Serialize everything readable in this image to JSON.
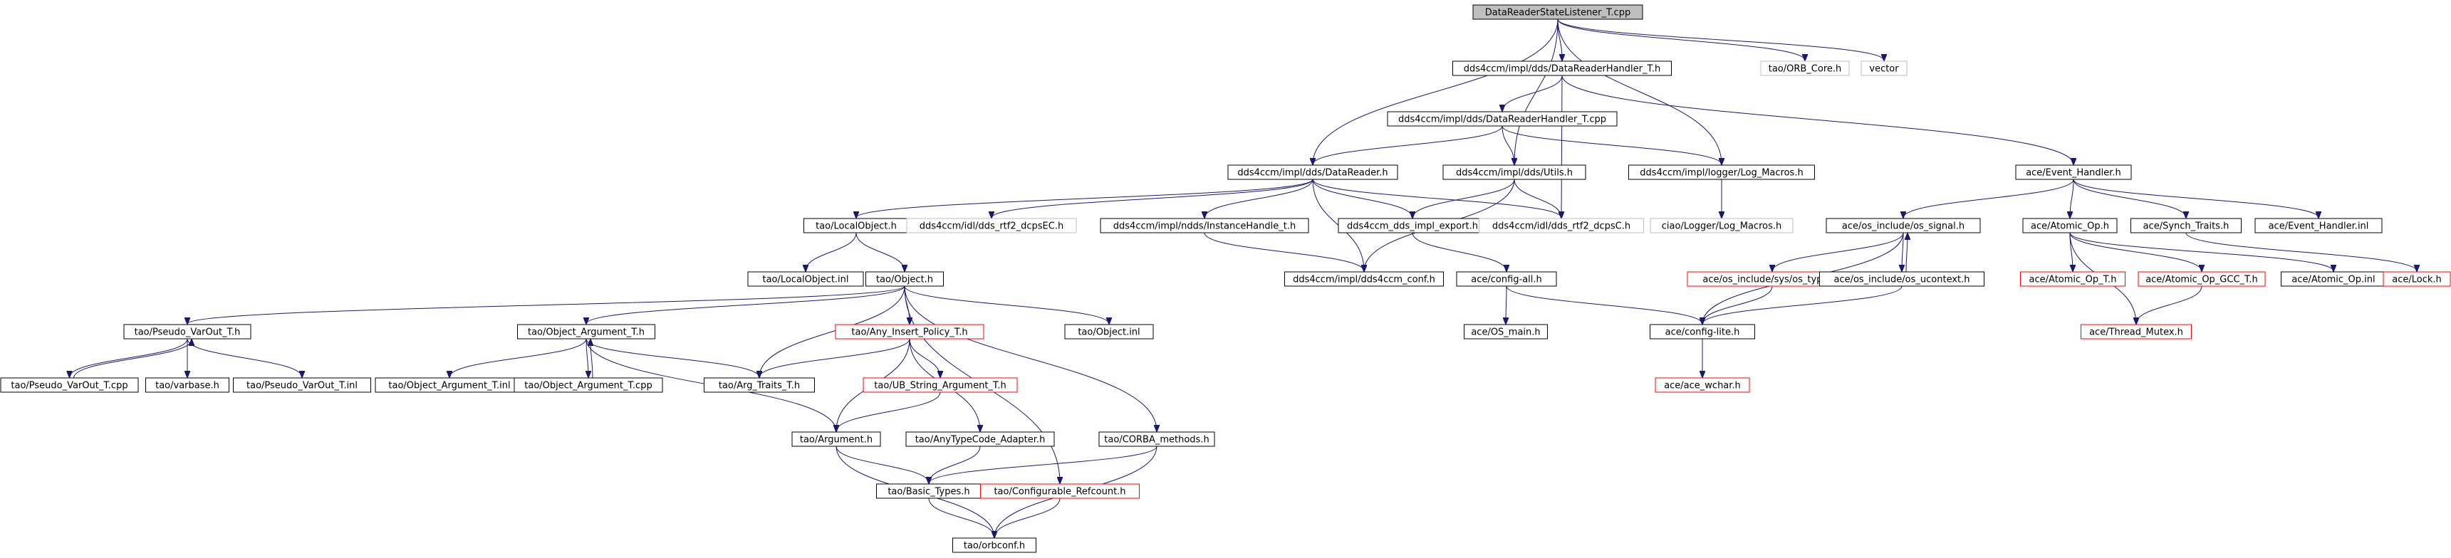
{
  "title": "DataReaderStateListener_T.cpp",
  "colors": {
    "edge": "#191970",
    "root_fill": "#bfbfbf",
    "normal_border": "#000000",
    "missing_border": "#ff0000",
    "external_border": "#bfbfbf"
  },
  "nodes": [
    {
      "id": "root",
      "label": "DataReaderStateListener_T.cpp",
      "kind": "root"
    },
    {
      "id": "drh_h",
      "label": "dds4ccm/impl/dds/DataReaderHandler_T.h",
      "kind": "normal"
    },
    {
      "id": "orb_core",
      "label": "tao/ORB_Core.h",
      "kind": "external"
    },
    {
      "id": "vector",
      "label": "vector",
      "kind": "external"
    },
    {
      "id": "drh_cpp",
      "label": "dds4ccm/impl/dds/DataReaderHandler_T.cpp",
      "kind": "normal"
    },
    {
      "id": "datareader",
      "label": "dds4ccm/impl/dds/DataReader.h",
      "kind": "normal"
    },
    {
      "id": "utils",
      "label": "dds4ccm/impl/dds/Utils.h",
      "kind": "normal"
    },
    {
      "id": "logmacros",
      "label": "dds4ccm/impl/logger/Log_Macros.h",
      "kind": "normal"
    },
    {
      "id": "evh",
      "label": "ace/Event_Handler.h",
      "kind": "normal"
    },
    {
      "id": "localobj",
      "label": "tao/LocalObject.h",
      "kind": "normal"
    },
    {
      "id": "rtf2ec",
      "label": "dds4ccm/idl/dds_rtf2_dcpsEC.h",
      "kind": "external"
    },
    {
      "id": "instance",
      "label": "dds4ccm/impl/ndds/InstanceHandle_t.h",
      "kind": "normal"
    },
    {
      "id": "export",
      "label": "dds4ccm_dds_impl_export.h",
      "kind": "normal"
    },
    {
      "id": "rtf2c",
      "label": "dds4ccm/idl/dds_rtf2_dcpsC.h",
      "kind": "external"
    },
    {
      "id": "ciao_log",
      "label": "ciao/Logger/Log_Macros.h",
      "kind": "external"
    },
    {
      "id": "ossignal",
      "label": "ace/os_include/os_signal.h",
      "kind": "normal"
    },
    {
      "id": "atomic",
      "label": "ace/Atomic_Op.h",
      "kind": "normal"
    },
    {
      "id": "synch",
      "label": "ace/Synch_Traits.h",
      "kind": "normal"
    },
    {
      "id": "evh_inl",
      "label": "ace/Event_Handler.inl",
      "kind": "normal"
    },
    {
      "id": "localobj_inl",
      "label": "tao/LocalObject.inl",
      "kind": "normal"
    },
    {
      "id": "object",
      "label": "tao/Object.h",
      "kind": "normal"
    },
    {
      "id": "conf",
      "label": "dds4ccm/impl/dds4ccm_conf.h",
      "kind": "normal"
    },
    {
      "id": "configall",
      "label": "ace/config-all.h",
      "kind": "normal"
    },
    {
      "id": "ostypes",
      "label": "ace/os_include/sys/os_types.h",
      "kind": "missing"
    },
    {
      "id": "osucontext",
      "label": "ace/os_include/os_ucontext.h",
      "kind": "normal"
    },
    {
      "id": "atomic_t",
      "label": "ace/Atomic_Op_T.h",
      "kind": "missing"
    },
    {
      "id": "atomic_gcc",
      "label": "ace/Atomic_Op_GCC_T.h",
      "kind": "missing"
    },
    {
      "id": "atomic_inl",
      "label": "ace/Atomic_Op.inl",
      "kind": "normal"
    },
    {
      "id": "lock",
      "label": "ace/Lock.h",
      "kind": "missing"
    },
    {
      "id": "pseudo",
      "label": "tao/Pseudo_VarOut_T.h",
      "kind": "normal"
    },
    {
      "id": "objarg",
      "label": "tao/Object_Argument_T.h",
      "kind": "normal"
    },
    {
      "id": "anyins",
      "label": "tao/Any_Insert_Policy_T.h",
      "kind": "missing"
    },
    {
      "id": "object_inl",
      "label": "tao/Object.inl",
      "kind": "normal"
    },
    {
      "id": "osmain",
      "label": "ace/OS_main.h",
      "kind": "normal"
    },
    {
      "id": "configlite",
      "label": "ace/config-lite.h",
      "kind": "normal"
    },
    {
      "id": "threadmutex",
      "label": "ace/Thread_Mutex.h",
      "kind": "missing"
    },
    {
      "id": "pseudo_cpp",
      "label": "tao/Pseudo_VarOut_T.cpp",
      "kind": "normal"
    },
    {
      "id": "varbase",
      "label": "tao/varbase.h",
      "kind": "normal"
    },
    {
      "id": "pseudo_inl",
      "label": "tao/Pseudo_VarOut_T.inl",
      "kind": "normal"
    },
    {
      "id": "objarg_inl",
      "label": "tao/Object_Argument_T.inl",
      "kind": "normal"
    },
    {
      "id": "objarg_cpp",
      "label": "tao/Object_Argument_T.cpp",
      "kind": "normal"
    },
    {
      "id": "argtraits",
      "label": "tao/Arg_Traits_T.h",
      "kind": "normal"
    },
    {
      "id": "ubstring",
      "label": "tao/UB_String_Argument_T.h",
      "kind": "missing"
    },
    {
      "id": "acewchar",
      "label": "ace/ace_wchar.h",
      "kind": "missing"
    },
    {
      "id": "corba",
      "label": "tao/CORBA_methods.h",
      "kind": "normal"
    },
    {
      "id": "argument",
      "label": "tao/Argument.h",
      "kind": "normal"
    },
    {
      "id": "anytc",
      "label": "tao/AnyTypeCode_Adapter.h",
      "kind": "normal"
    },
    {
      "id": "basic",
      "label": "tao/Basic_Types.h",
      "kind": "normal"
    },
    {
      "id": "refcount",
      "label": "tao/Configurable_Refcount.h",
      "kind": "missing"
    },
    {
      "id": "orbconf",
      "label": "tao/orbconf.h",
      "kind": "normal"
    }
  ],
  "edges": [
    [
      "root",
      "drh_h"
    ],
    [
      "root",
      "orb_core"
    ],
    [
      "root",
      "vector"
    ],
    [
      "root",
      "datareader"
    ],
    [
      "root",
      "utils"
    ],
    [
      "root",
      "logmacros"
    ],
    [
      "drh_h",
      "drh_cpp"
    ],
    [
      "drh_h",
      "evh"
    ],
    [
      "drh_h",
      "rtf2c"
    ],
    [
      "drh_cpp",
      "datareader"
    ],
    [
      "drh_cpp",
      "utils"
    ],
    [
      "drh_cpp",
      "logmacros"
    ],
    [
      "datareader",
      "localobj"
    ],
    [
      "datareader",
      "rtf2ec"
    ],
    [
      "datareader",
      "instance"
    ],
    [
      "datareader",
      "export"
    ],
    [
      "datareader",
      "rtf2c"
    ],
    [
      "datareader",
      "conf"
    ],
    [
      "utils",
      "export"
    ],
    [
      "utils",
      "rtf2c"
    ],
    [
      "utils",
      "conf"
    ],
    [
      "logmacros",
      "ciao_log"
    ],
    [
      "evh",
      "ossignal"
    ],
    [
      "evh",
      "atomic"
    ],
    [
      "evh",
      "synch"
    ],
    [
      "evh",
      "evh_inl"
    ],
    [
      "localobj",
      "localobj_inl"
    ],
    [
      "localobj",
      "object"
    ],
    [
      "instance",
      "conf"
    ],
    [
      "export",
      "configall"
    ],
    [
      "ossignal",
      "ostypes"
    ],
    [
      "ossignal",
      "osucontext"
    ],
    [
      "ossignal",
      "configlite"
    ],
    [
      "osucontext",
      "ossignal"
    ],
    [
      "osucontext",
      "configlite"
    ],
    [
      "ostypes",
      "configlite"
    ],
    [
      "atomic",
      "atomic_t"
    ],
    [
      "atomic",
      "atomic_gcc"
    ],
    [
      "atomic",
      "atomic_inl"
    ],
    [
      "atomic",
      "threadmutex"
    ],
    [
      "atomic_gcc",
      "threadmutex"
    ],
    [
      "synch",
      "lock"
    ],
    [
      "object",
      "pseudo"
    ],
    [
      "object",
      "objarg"
    ],
    [
      "object",
      "anyins"
    ],
    [
      "object",
      "object_inl"
    ],
    [
      "object",
      "argtraits"
    ],
    [
      "object",
      "corba"
    ],
    [
      "object",
      "refcount"
    ],
    [
      "configall",
      "osmain"
    ],
    [
      "configall",
      "configlite"
    ],
    [
      "configlite",
      "acewchar"
    ],
    [
      "pseudo",
      "pseudo_cpp"
    ],
    [
      "pseudo",
      "varbase"
    ],
    [
      "pseudo",
      "pseudo_inl"
    ],
    [
      "pseudo_cpp",
      "pseudo"
    ],
    [
      "objarg",
      "objarg_inl"
    ],
    [
      "objarg",
      "objarg_cpp"
    ],
    [
      "objarg",
      "argtraits"
    ],
    [
      "objarg",
      "argument"
    ],
    [
      "objarg_cpp",
      "objarg"
    ],
    [
      "anyins",
      "argtraits"
    ],
    [
      "anyins",
      "ubstring"
    ],
    [
      "anyins",
      "argument"
    ],
    [
      "anyins",
      "anytc"
    ],
    [
      "ubstring",
      "argument"
    ],
    [
      "argument",
      "basic"
    ],
    [
      "argument",
      "orbconf"
    ],
    [
      "anytc",
      "basic"
    ],
    [
      "corba",
      "basic"
    ],
    [
      "corba",
      "orbconf"
    ],
    [
      "basic",
      "orbconf"
    ],
    [
      "refcount",
      "orbconf"
    ]
  ]
}
